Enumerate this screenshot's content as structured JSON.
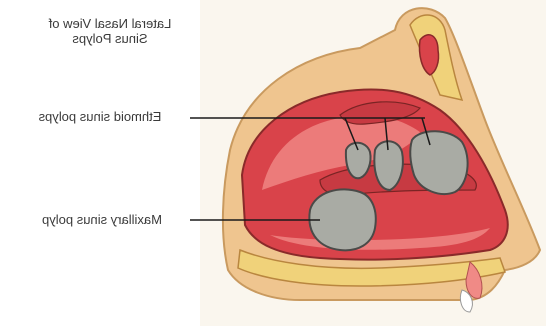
{
  "diagram": {
    "title_line1": "Lateral Nasal View of",
    "title_line2": "Sinus Polyps",
    "labels": {
      "ethmoid": "Ethmoid sinus polyps",
      "maxillary": "Maxillary sinus polyp"
    },
    "text_mirrored": true
  },
  "colors": {
    "background": "#ffffff",
    "skin": "#efc58f",
    "bone": "#f0d27a",
    "tissue": "#d9434a",
    "tissue_light": "#f08a86",
    "polyp": "#a9aba4",
    "polyp_outline": "#4a4a48",
    "leader_line": "#1a1a1a"
  }
}
